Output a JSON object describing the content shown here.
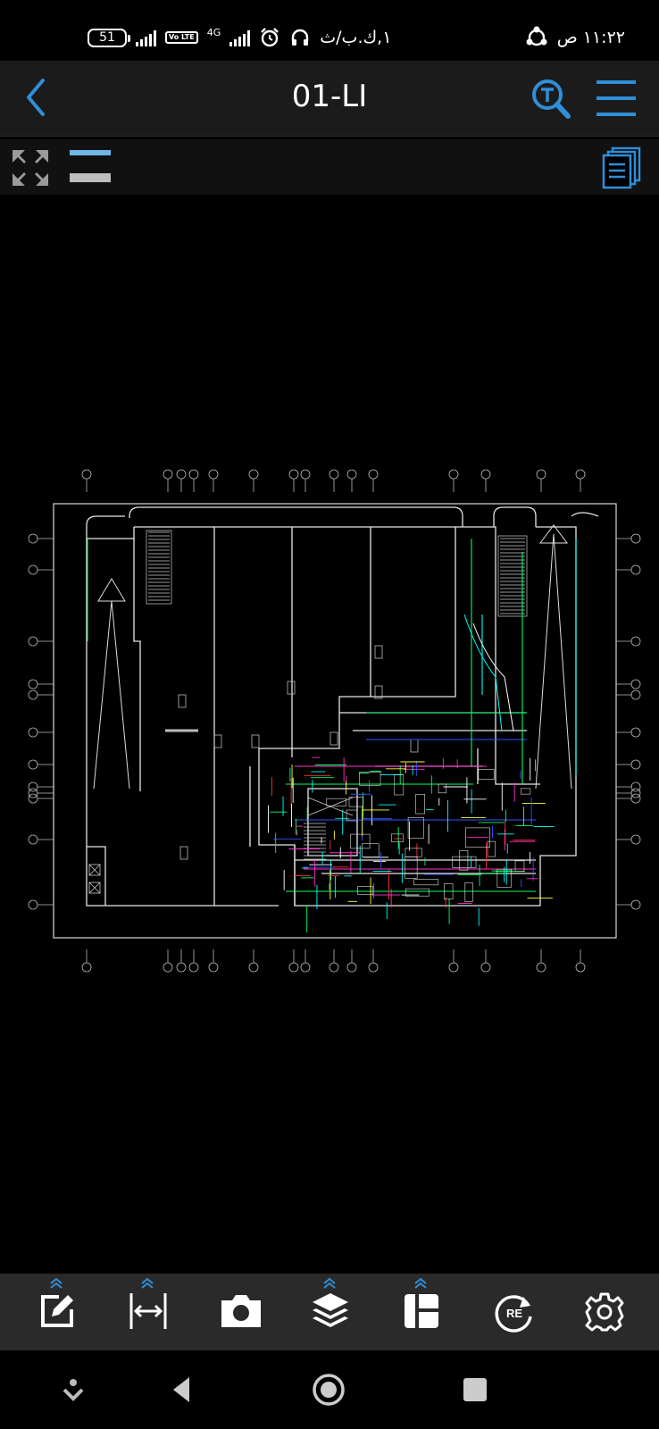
{
  "status_bar": {
    "battery": "51",
    "network_badge": "Vo LTE",
    "network_type": "4G",
    "carrier_text": "١,ك.ب/ث",
    "time": "١١:٢٢ ص"
  },
  "header": {
    "title": "01-LI"
  },
  "icons": {
    "back": "chevron-left-icon",
    "text_search": "text-search-icon",
    "menu": "hamburger-menu-icon",
    "fullscreen": "expand-arrows-icon",
    "line_weight": "line-weight-icon",
    "layouts": "pages-stack-icon"
  },
  "bottom_toolbar": {
    "items": [
      {
        "name": "markup",
        "icon": "edit-icon"
      },
      {
        "name": "measure",
        "icon": "measure-icon"
      },
      {
        "name": "snapshot",
        "icon": "camera-icon"
      },
      {
        "name": "layers",
        "icon": "layers-icon"
      },
      {
        "name": "layouts",
        "icon": "layout-icon"
      },
      {
        "name": "regen",
        "icon": "regen-icon",
        "label": "RE"
      },
      {
        "name": "settings",
        "icon": "gear-icon"
      }
    ]
  },
  "colors": {
    "accent": "#2f8fd8",
    "header_bg": "#1b1b1b",
    "toolbar_bg": "#2a2a2a",
    "canvas_bg": "#000000"
  }
}
